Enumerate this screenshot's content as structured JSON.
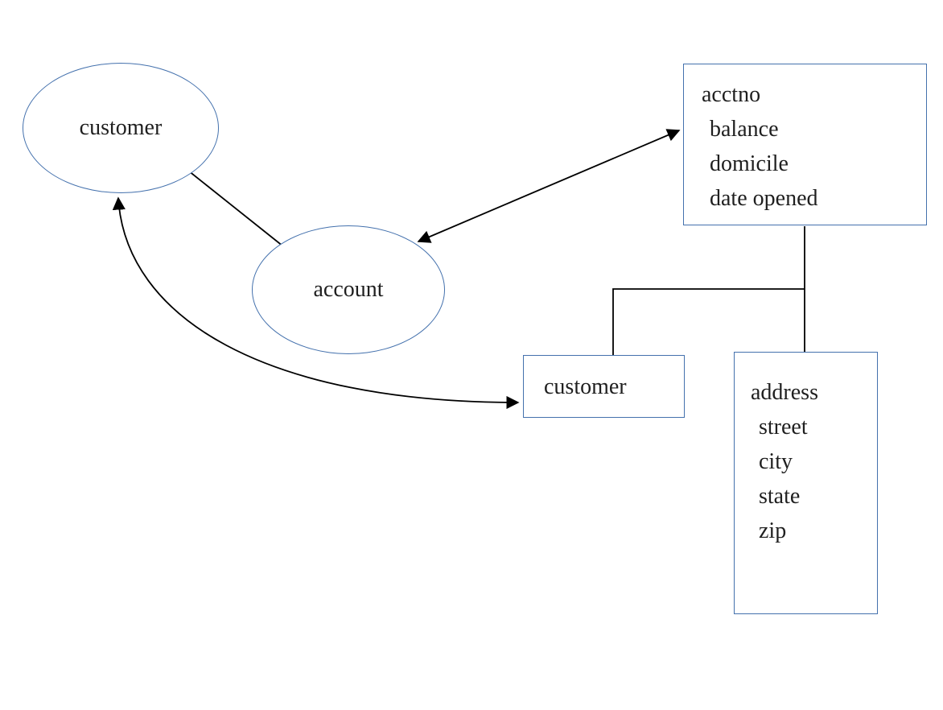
{
  "colors": {
    "shape_border": "#4471ad",
    "connector_line": "#000000",
    "text_color": "#1f1f1f",
    "background": "#ffffff"
  },
  "entities": {
    "customer": {
      "label": "customer"
    },
    "account": {
      "label": "account"
    }
  },
  "attribute_boxes": {
    "account_attributes": {
      "lines": [
        "acctno",
        "balance",
        "domicile",
        "date opened"
      ]
    },
    "customer_attribute": {
      "label": "customer"
    },
    "address_attributes": {
      "lines": [
        "address",
        "street",
        "city",
        "state",
        "zip"
      ]
    }
  }
}
